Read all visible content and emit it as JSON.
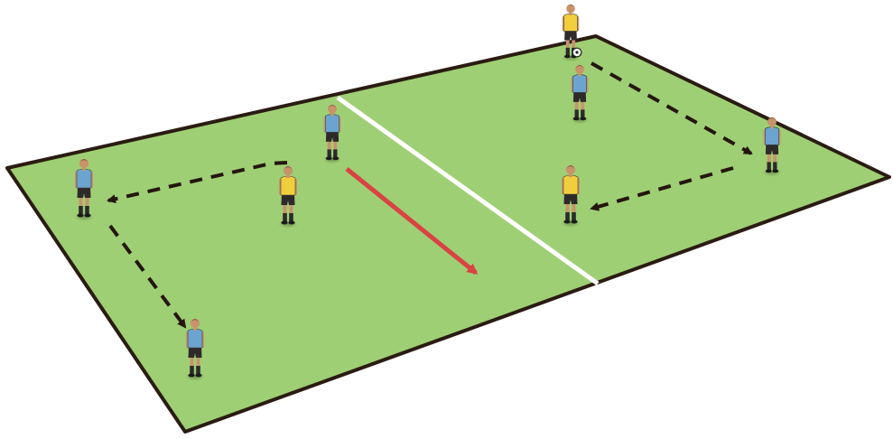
{
  "diagram": {
    "kind": "soccer-training-drill",
    "view": "isometric-pitch",
    "colors": {
      "pitch_fill": "#9fcf74",
      "pitch_border": "#2a1c12",
      "halfway_line": "#ffffff",
      "pass_arrow": "#24160f",
      "run_arrow": "#d94343",
      "team_blue_shirt": "#6aa4cf",
      "team_yellow_bib": "#f1cf3c",
      "shorts": "#2f2a2a",
      "skin": "#c8936b",
      "ball": "#ffffff"
    },
    "players": [
      {
        "id": "p1",
        "team": "blue",
        "role": "outer-left-top"
      },
      {
        "id": "p2",
        "team": "blue",
        "role": "outer-left-bottom"
      },
      {
        "id": "p3",
        "team": "blue",
        "role": "halfway-runner"
      },
      {
        "id": "p4",
        "team": "yellow",
        "role": "left-defender"
      },
      {
        "id": "p5",
        "team": "blue",
        "role": "outer-right-top"
      },
      {
        "id": "p6",
        "team": "blue",
        "role": "outer-right-side"
      },
      {
        "id": "p7",
        "team": "yellow",
        "role": "right-defender"
      },
      {
        "id": "p8",
        "team": "yellow",
        "role": "server-with-ball"
      }
    ],
    "arrows": [
      {
        "type": "pass",
        "style": "dashed"
      },
      {
        "type": "pass",
        "style": "dashed"
      },
      {
        "type": "pass",
        "style": "dashed"
      },
      {
        "type": "pass",
        "style": "dashed"
      },
      {
        "type": "run",
        "style": "solid"
      }
    ]
  }
}
